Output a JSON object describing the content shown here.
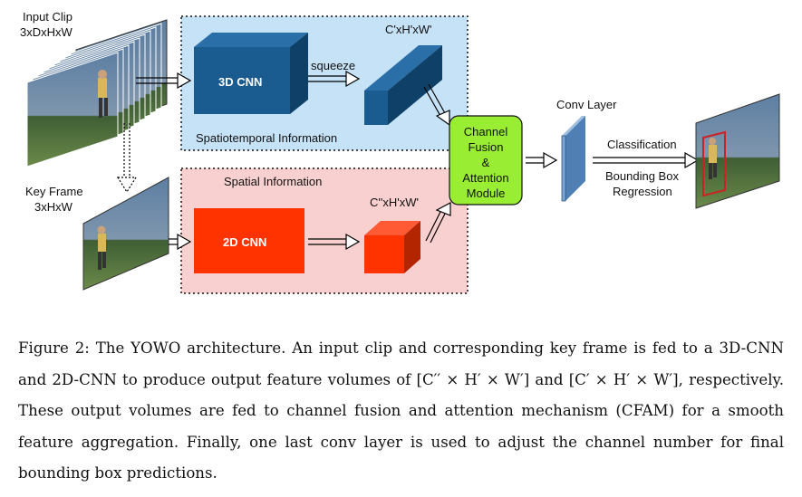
{
  "diagram": {
    "input_clip_label": "Input Clip",
    "input_clip_dims": "3xDxHxW",
    "key_frame_label": "Key Frame",
    "key_frame_dims": "3xHxW",
    "cnn3d_label": "3D CNN",
    "squeeze_label": "squeeze",
    "out3d_dims": "C'xH'xW'",
    "spatiotemporal_label": "Spatiotemporal Information",
    "spatial_label": "Spatial Information",
    "cnn2d_label": "2D CNN",
    "out2d_dims": "C''xH'xW'",
    "cfam_lines": [
      "Channel",
      "Fusion",
      "&",
      "Attention",
      "Module"
    ],
    "conv_layer_label": "Conv Layer",
    "classification_label": "Classification",
    "bbox_regression_line1": "Bounding Box",
    "bbox_regression_line2": "Regression",
    "colors": {
      "blue_panel": "#c6e2f7",
      "pink_panel": "#f9d0d0",
      "cnn3d": "#1a5c8f",
      "cnn2d": "#ff3300",
      "cfam": "#99ee33",
      "conv": "#7aa7d6",
      "bbox": "#cc2222"
    }
  },
  "caption": {
    "figure_label": "Figure 2:",
    "text": "The YOWO architecture. An input clip and corresponding key frame is fed to a 3D-CNN and 2D-CNN to produce output feature volumes of [C′′ × H′ × W′] and [C′ × H′ × W′], respectively. These output volumes are fed to channel fusion and attention mechanism (CFAM) for a smooth feature aggregation. Finally, one last conv layer is used to adjust the channel number for final bounding box predictions."
  }
}
